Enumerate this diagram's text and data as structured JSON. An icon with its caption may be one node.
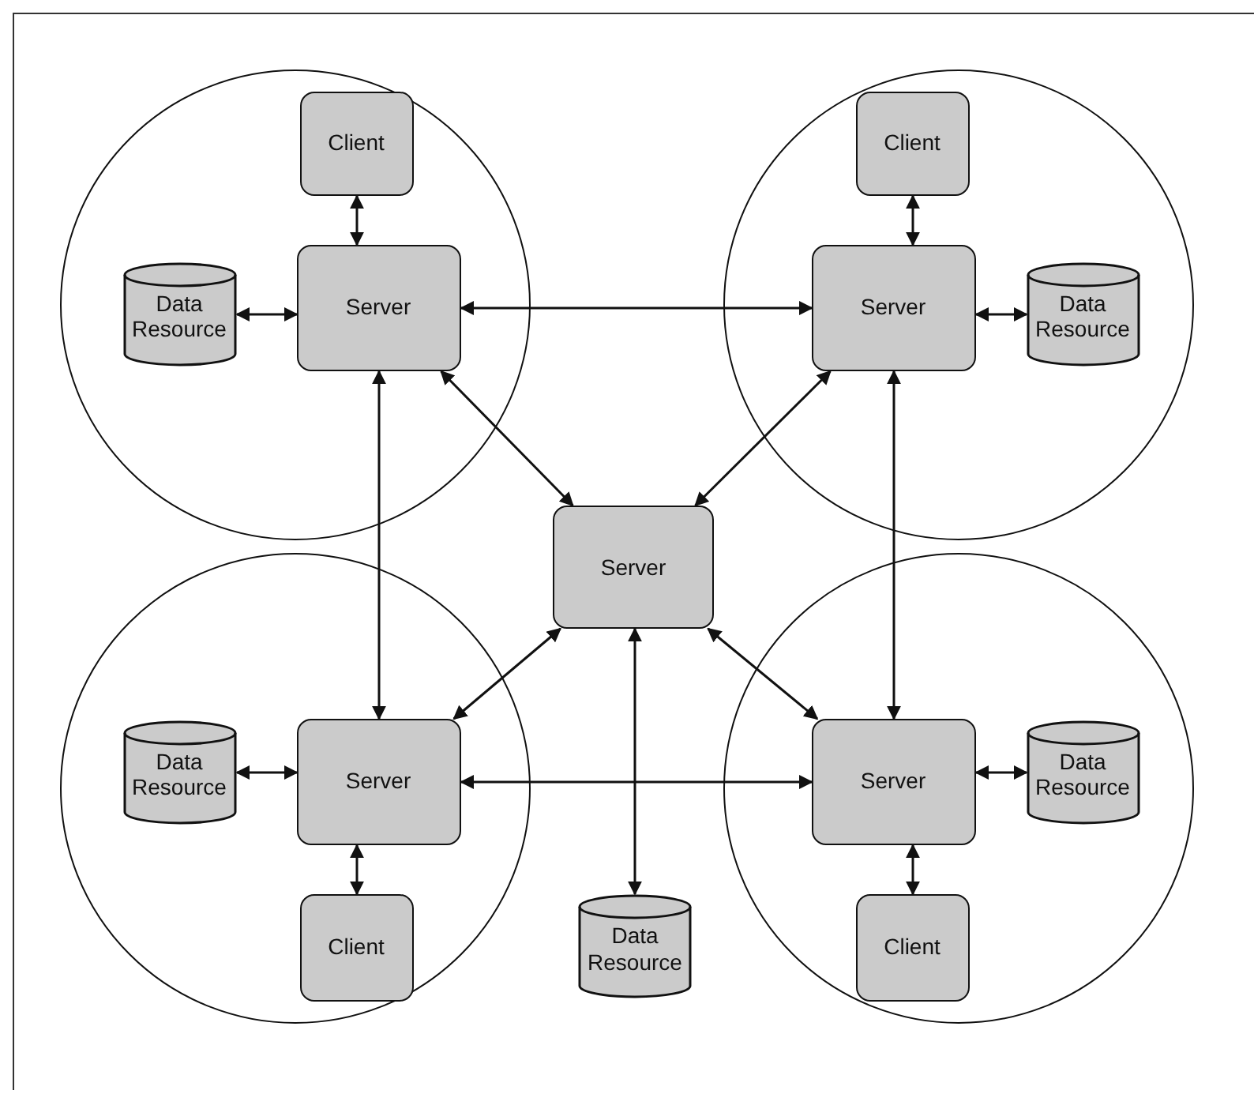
{
  "diagram": {
    "nodes": [
      {
        "text": [],
        "shape": "circle"
      },
      {
        "text": [
          "Client"
        ],
        "in": 0
      },
      {
        "text": [
          "Data Resource"
        ],
        "in": 0
      },
      {
        "text": [
          "Server"
        ],
        "in": 0
      },
      {
        "text": [],
        "shape": "circle"
      },
      {
        "text": [
          "Client"
        ],
        "in": 4
      },
      {
        "text": [
          "Server"
        ],
        "in": 4
      },
      {
        "text": [
          "Data Resource"
        ],
        "in": 4
      },
      {
        "text": [
          "Server"
        ]
      },
      {
        "text": [],
        "shape": "circle"
      },
      {
        "text": [
          "Data Resource"
        ],
        "in": 9
      },
      {
        "text": [
          "Server"
        ],
        "in": 9
      },
      {
        "text": [
          "Client"
        ],
        "in": 9
      },
      {
        "text": [
          "Data Resource"
        ]
      },
      {
        "text": [],
        "shape": "circle"
      },
      {
        "text": [
          "Server"
        ],
        "in": 14
      },
      {
        "text": [
          "Data Resource"
        ],
        "in": 14
      },
      {
        "text": [
          "Client"
        ],
        "in": 14
      }
    ],
    "edges": [
      {
        "from": 1,
        "to": 3,
        "arrow": "both"
      },
      {
        "from": 2,
        "to": 3,
        "arrow": "both"
      },
      {
        "from": 3,
        "to": 6,
        "arrow": "both"
      },
      {
        "from": 3,
        "to": 11,
        "arrow": "both"
      },
      {
        "from": 3,
        "to": 8,
        "arrow": "both"
      },
      {
        "from": 5,
        "to": 6,
        "arrow": "both"
      },
      {
        "from": 6,
        "to": 7,
        "arrow": "both"
      },
      {
        "from": 6,
        "to": 15,
        "arrow": "both"
      },
      {
        "from": 6,
        "to": 8,
        "arrow": "both"
      },
      {
        "from": 10,
        "to": 11,
        "arrow": "both"
      },
      {
        "from": 11,
        "to": 15,
        "arrow": "both"
      },
      {
        "from": 11,
        "to": 12,
        "arrow": "both"
      },
      {
        "from": 11,
        "to": 8,
        "arrow": "both"
      },
      {
        "from": 15,
        "to": 16,
        "arrow": "both"
      },
      {
        "from": 15,
        "to": 17,
        "arrow": "both"
      },
      {
        "from": 15,
        "to": 8,
        "arrow": "both"
      },
      {
        "from": 8,
        "to": 13,
        "arrow": "both"
      }
    ]
  }
}
